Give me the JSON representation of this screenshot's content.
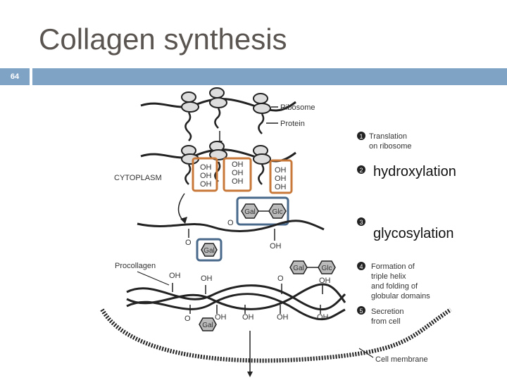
{
  "slide": {
    "title": "Collagen synthesis",
    "page_number": "64"
  },
  "diagram": {
    "ribosome_label": "Ribosome",
    "protein_label": "Protein",
    "cytoplasm_label": "CYTOPLASM",
    "procollagen_label": "Procollagen",
    "cell_membrane_label": "Cell membrane",
    "oh": "OH",
    "o": "O",
    "gal": "Gal",
    "glc": "Glc",
    "steps": [
      {
        "num": "1",
        "line1": "Translation",
        "line2": "on ribosome",
        "line3": "",
        "line4": ""
      },
      {
        "num": "2",
        "overlay": "hydroxylation"
      },
      {
        "num": "3",
        "overlay": "glycosylation"
      },
      {
        "num": "4",
        "line1": "Formation of",
        "line2": "triple helix",
        "line3": "and folding of",
        "line4": "globular domains"
      },
      {
        "num": "5",
        "line1": "Secretion",
        "line2": "from cell",
        "line3": "",
        "line4": ""
      }
    ]
  },
  "colors": {
    "header_bar": "#7fa3c5",
    "hydroxyl_box": "#c8793a",
    "sugar_box": "#4a6a8c"
  }
}
